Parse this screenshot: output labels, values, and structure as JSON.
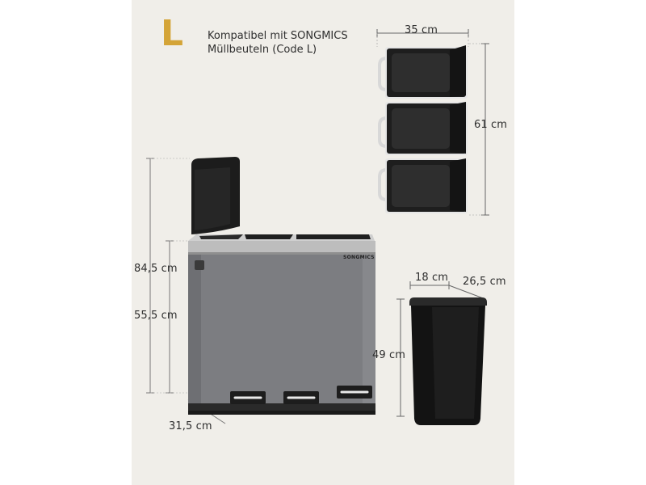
{
  "code_letter": "L",
  "accent_color": "#d4a437",
  "compatibility": {
    "line1": "Kompatibel mit SONGMICS",
    "line2": "Müllbeuteln (Code L)"
  },
  "brand": "SONGMICS",
  "dimensions": {
    "width_top": "35 cm",
    "depth_stack": "61 cm",
    "total_height": "84,5 cm",
    "pedal_height": "55,5 cm",
    "base_depth": "31,5 cm",
    "inner_width": "18 cm",
    "inner_depth": "26,5 cm",
    "inner_height": "49 cm"
  }
}
